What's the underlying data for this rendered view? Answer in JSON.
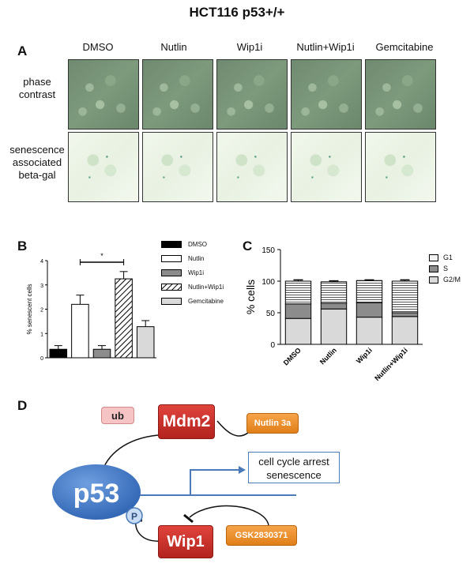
{
  "figure": {
    "title": "HCT116 p53+/+",
    "panels": {
      "a": "A",
      "b": "B",
      "c": "C",
      "d": "D"
    }
  },
  "panel_a": {
    "columns": [
      "DMSO",
      "Nutlin",
      "Wip1i",
      "Nutlin+Wip1i",
      "Gemcitabine"
    ],
    "rows": [
      "phase\ncontrast",
      "senescence\nassociated\nbeta-gal"
    ]
  },
  "chart_data": [
    {
      "type": "bar",
      "panel": "B",
      "ylabel": "% senescent cells",
      "ylim": [
        0,
        4
      ],
      "yticks": [
        0,
        1,
        2,
        3,
        4
      ],
      "categories": [
        "DMSO",
        "Nutlin",
        "Wip1i",
        "Nutlin+Wip1i",
        "Gemcitabine"
      ],
      "values": [
        0.35,
        2.2,
        0.35,
        3.25,
        1.28
      ],
      "errors": [
        0.15,
        0.38,
        0.15,
        0.3,
        0.25
      ],
      "fills": [
        "black",
        "white",
        "gray",
        "hatch",
        "lightgray"
      ],
      "significance": {
        "from": 1,
        "to": 3,
        "label": "*"
      },
      "legend": [
        "DMSO",
        "Nutlin",
        "Wip1i",
        "Nutlin+Wip1i",
        "Gemcitabine"
      ],
      "legend_position": "right"
    },
    {
      "type": "bar",
      "stacked": true,
      "panel": "C",
      "ylabel": "% cells",
      "ylim": [
        0,
        150
      ],
      "yticks": [
        0,
        50,
        100,
        150
      ],
      "categories": [
        "DMSO",
        "Nutlin",
        "Wip1i",
        "Nutlin+Wip1i"
      ],
      "series": [
        {
          "name": "G2/M",
          "values": [
            41,
            56,
            43,
            44
          ]
        },
        {
          "name": "S",
          "values": [
            23,
            9,
            23,
            6
          ]
        },
        {
          "name": "G1",
          "values": [
            36,
            34,
            35,
            50
          ]
        }
      ],
      "errors": [
        2,
        1.5,
        1,
        2
      ],
      "legend": [
        "G1",
        "S",
        "G2/M"
      ],
      "legend_position": "top-right"
    }
  ],
  "diagram": {
    "p53": "p53",
    "mdm2": "Mdm2",
    "wip1": "Wip1",
    "ub": "ub",
    "p": "P",
    "nutlin": "Nutlin 3a",
    "gsk": "GSK2830371",
    "outcome_line1": "cell cycle arrest",
    "outcome_line2": "senescence"
  }
}
